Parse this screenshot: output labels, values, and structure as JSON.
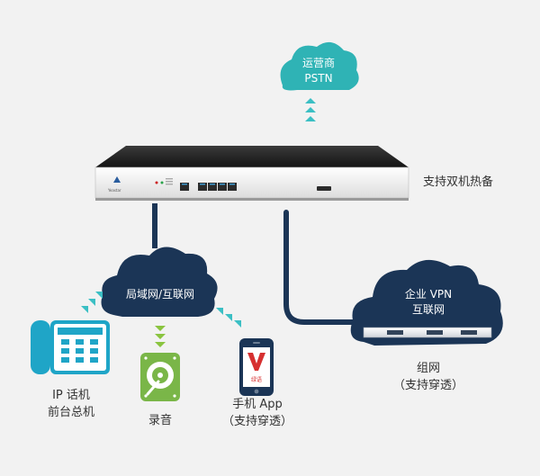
{
  "pstn_cloud": {
    "line1": "运营商",
    "line2": "PSTN"
  },
  "device": {
    "brand": "Yeastar",
    "caption": "支持双机热备"
  },
  "lan_cloud": {
    "label": "局域网/互联网"
  },
  "vpn_cloud": {
    "line1": "企业 VPN",
    "line2": "互联网"
  },
  "ip_phone": {
    "line1": "IP 话机",
    "line2": "前台总机"
  },
  "recorder": {
    "label": "录音"
  },
  "mobile_app": {
    "line1": "手机 App",
    "line2": "（支持穿透）",
    "screen_label": "绿语"
  },
  "group": {
    "line1": "组网",
    "line2": "（支持穿透）"
  },
  "colors": {
    "teal_cloud": "#2fb3b5",
    "navy_cloud": "#1b3556",
    "phone": "#1fa5c7",
    "recorder": "#7ab648",
    "arrow_teal": "#3bbfc4",
    "arrow_green": "#8ac43f",
    "cable": "#1b3556",
    "app_logo": "#d63030"
  }
}
